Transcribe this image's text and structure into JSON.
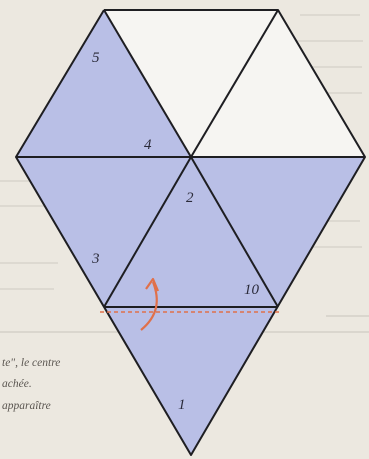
{
  "diagram": {
    "face_numbers": {
      "top_left": "5",
      "upper_middle": "4",
      "center": "2",
      "left": "3",
      "right_lower": "10",
      "bottom": "1"
    },
    "colors": {
      "shaded": "#b9bfe6",
      "unshaded": "#f6f5f2",
      "edge": "#1e1e22",
      "fold_marker": "#e0704a"
    }
  },
  "caption": {
    "line1": "te\", le centre",
    "line2": "achée.",
    "line3": "apparaître"
  }
}
